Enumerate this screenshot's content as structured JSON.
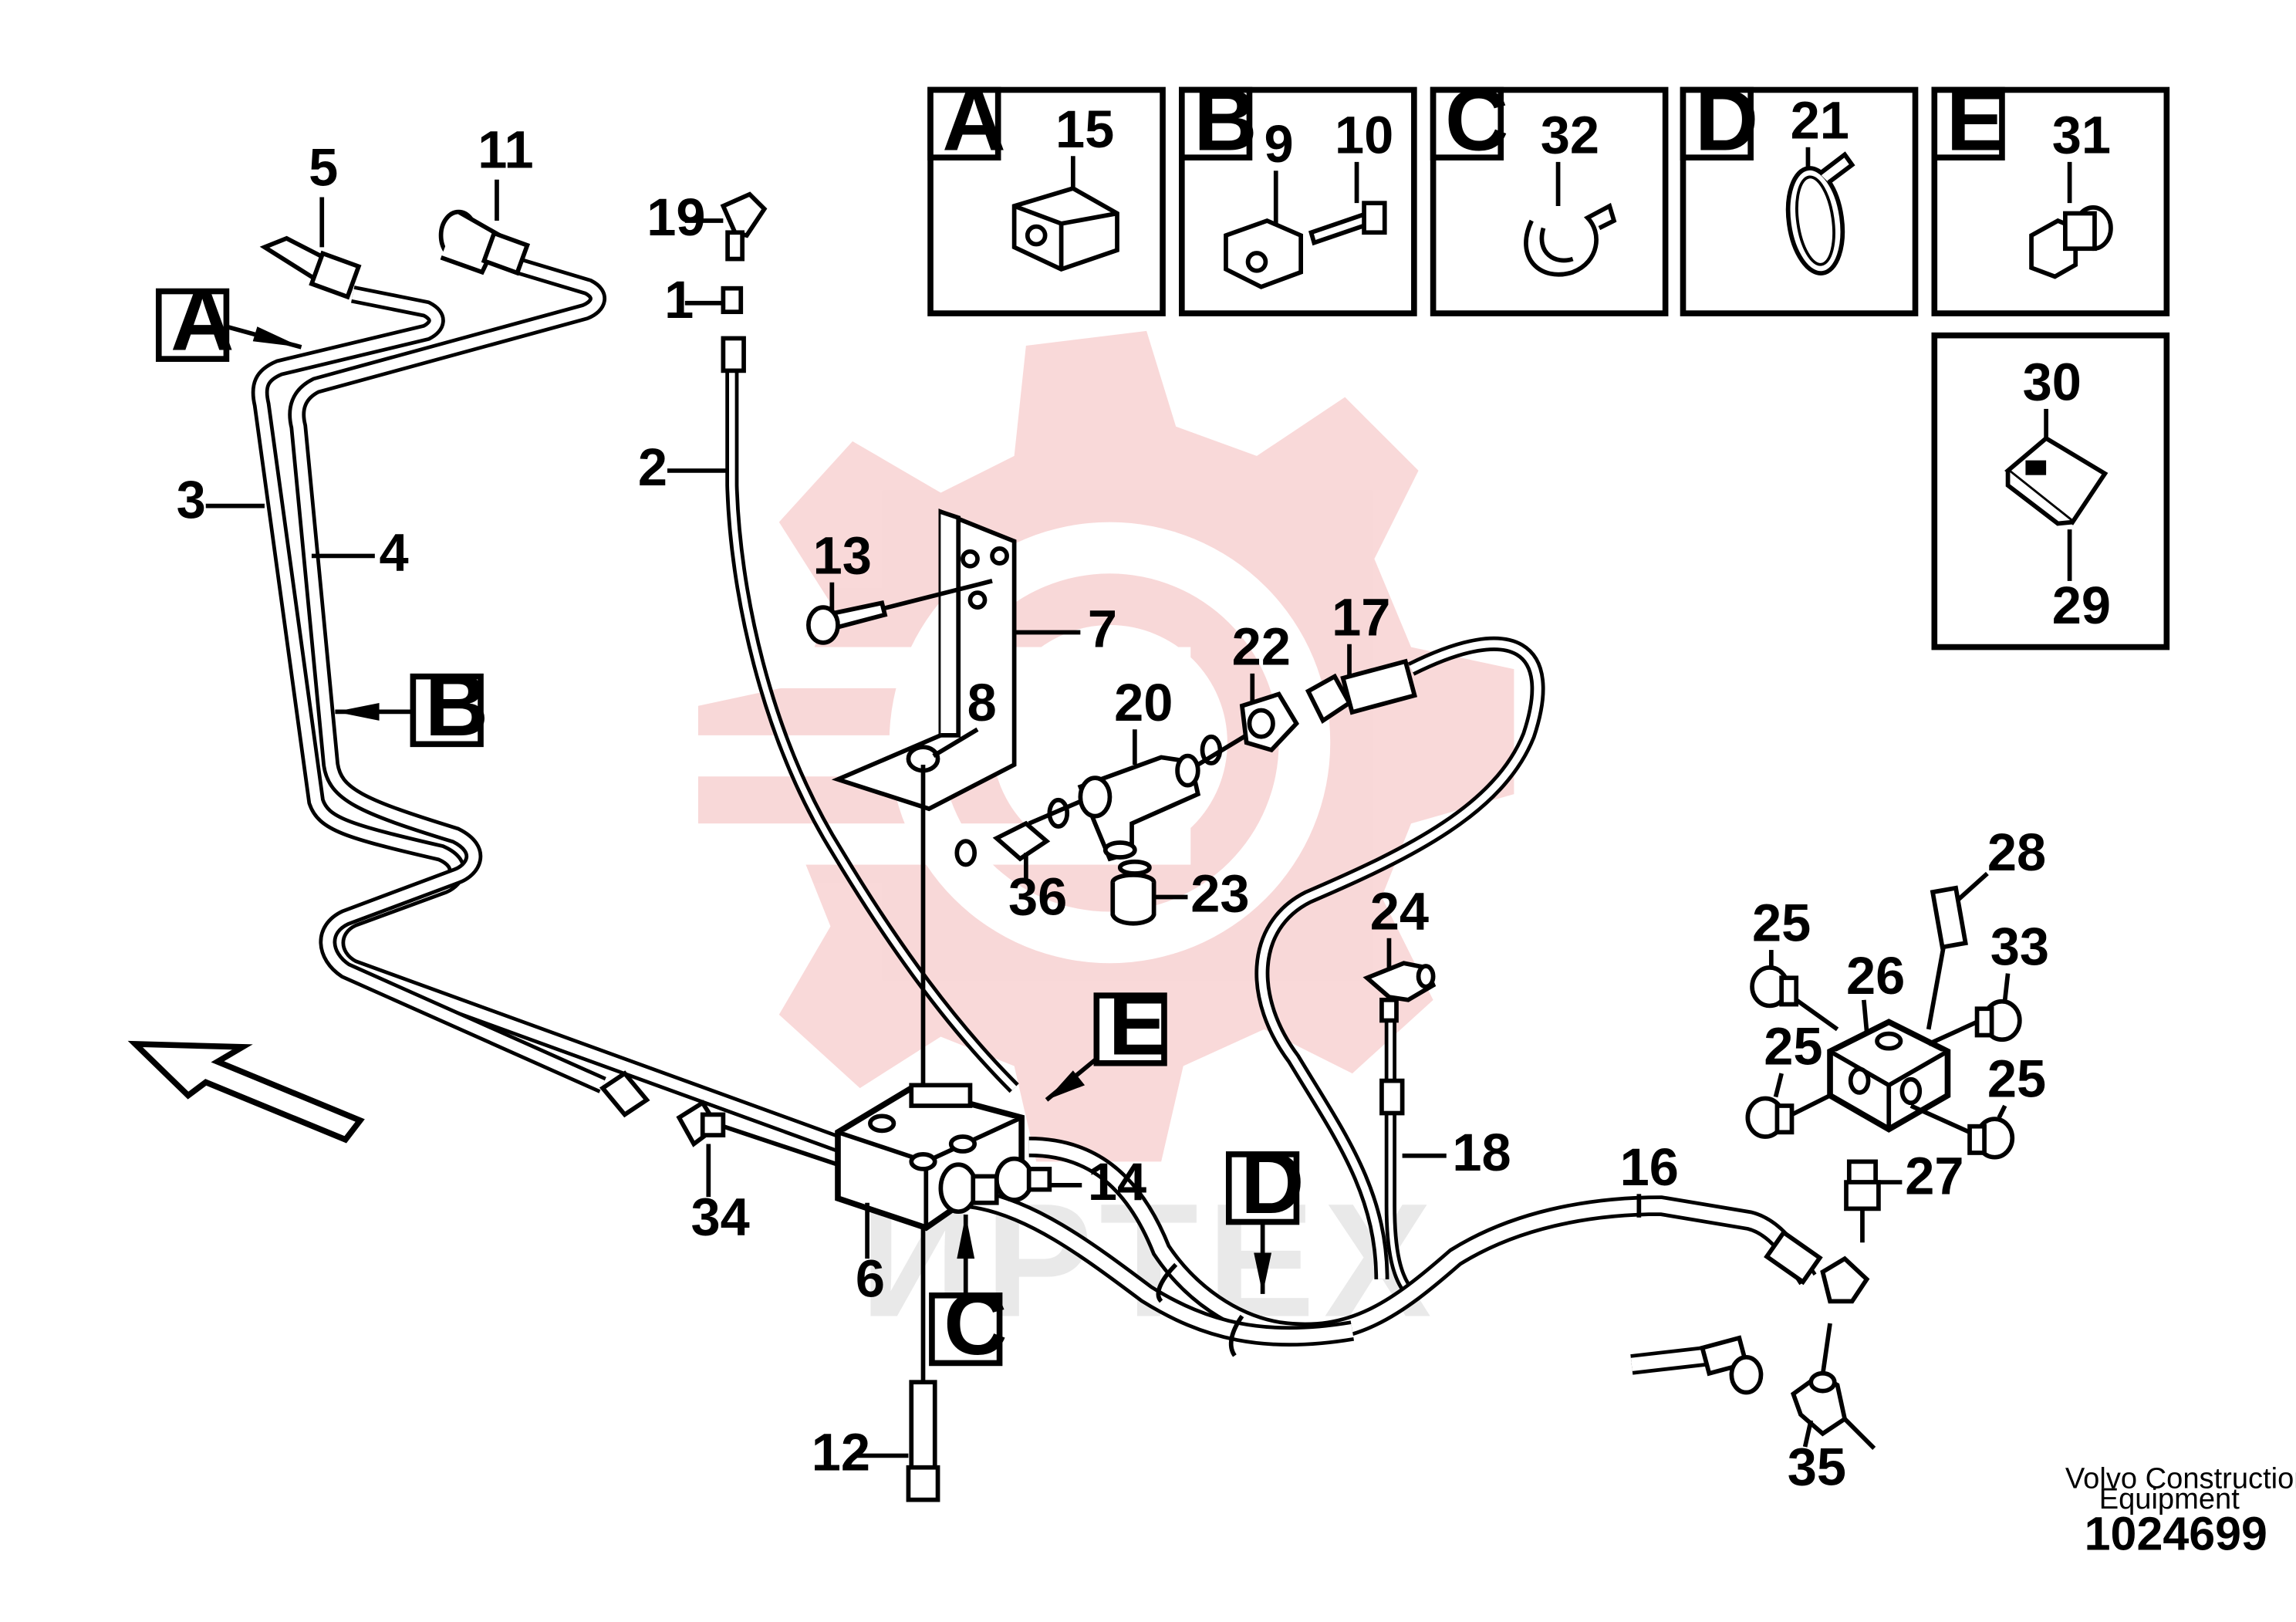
{
  "diagram": {
    "drawing_number": "1024699",
    "brand": [
      "Volvo Construction",
      "Equipment"
    ],
    "watermark_text": "ИРТЕХ",
    "callouts": {
      "c1": "1",
      "c2": "2",
      "c3": "3",
      "c4": "4",
      "c5": "5",
      "c6": "6",
      "c7": "7",
      "c8": "8",
      "c9": "9",
      "c10": "10",
      "c11": "11",
      "c12": "12",
      "c13": "13",
      "c14": "14",
      "c15": "15",
      "c16": "16",
      "c17": "17",
      "c18": "18",
      "c19": "19",
      "c20": "20",
      "c21": "21",
      "c22": "22",
      "c23": "23",
      "c24": "24",
      "c25a": "25",
      "c25b": "25",
      "c25c": "25",
      "c26": "26",
      "c27": "27",
      "c28": "28",
      "c29": "29",
      "c30": "30",
      "c31": "31",
      "c32": "32",
      "c33": "33",
      "c34": "34",
      "c35": "35",
      "c36": "36"
    },
    "letters": {
      "a": "A",
      "b": "B",
      "c": "C",
      "d": "D",
      "e": "E"
    },
    "detail_boxes": [
      {
        "letter": "A",
        "parts": [
          "15"
        ]
      },
      {
        "letter": "B",
        "parts": [
          "9",
          "10"
        ]
      },
      {
        "letter": "C",
        "parts": [
          "32"
        ]
      },
      {
        "letter": "D",
        "parts": [
          "21"
        ]
      },
      {
        "letter": "E",
        "parts": [
          "31"
        ]
      }
    ],
    "colors": {
      "line": "#000000",
      "watermark": "#f4c8c8",
      "background": "#ffffff"
    }
  }
}
